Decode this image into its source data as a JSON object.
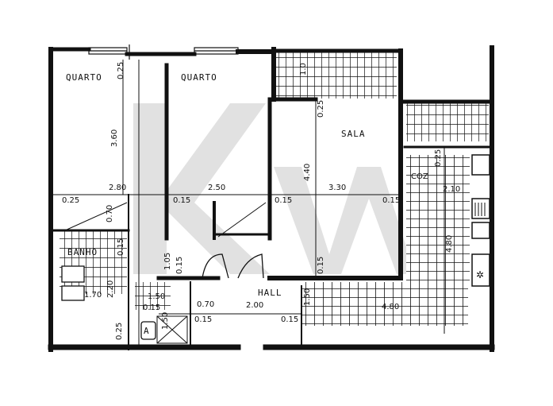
{
  "plan": {
    "watermark": "KW",
    "colors": {
      "wall": "#111111",
      "paper": "#ffffff",
      "watermark": "#d9d9d9",
      "tile": "#111111"
    },
    "rooms": [
      {
        "id": "quarto-1",
        "label": "QUARTO"
      },
      {
        "id": "quarto-2",
        "label": "QUARTO"
      },
      {
        "id": "sala",
        "label": "SALA"
      },
      {
        "id": "banho",
        "label": "BANHO"
      },
      {
        "id": "hall",
        "label": "HALL"
      },
      {
        "id": "arrumo",
        "label": "A"
      },
      {
        "id": "cozinha",
        "label": "COZ"
      }
    ],
    "dimensions": {
      "quarto1_top": "0.25",
      "quarto1_height": "3.60",
      "quarto1_width": "2.80",
      "quarto1_wall": "0.25",
      "quarto2_width": "2.50",
      "quarto2_wall": "0.15",
      "closet_depth": "0.70",
      "sala_balcony": "1.0",
      "sala_top": "0.25",
      "sala_height": "4.40",
      "sala_width": "3.30",
      "sala_wall_left": "0.15",
      "sala_wall_right": "0.15",
      "sala_bottom": "0.15",
      "banho_wall": "0.15",
      "banho_height": "2.20",
      "banho_width": "1.70",
      "banho_bottom": "0.25",
      "corridor_len": "1.05",
      "corridor_wall": "0.15",
      "arrumo_width": "1.50",
      "arrumo_small": "0.15",
      "arrumo_height": "1.50",
      "door_width": "0.70",
      "door_wall": "0.15",
      "hall_width": "2.00",
      "hall_wall": "0.15",
      "hall_height": "1.50",
      "kitchen_top": "0.25",
      "kitchen_width": "2.10",
      "kitchen_height": "4.80",
      "terrace_width": "4.80"
    }
  }
}
